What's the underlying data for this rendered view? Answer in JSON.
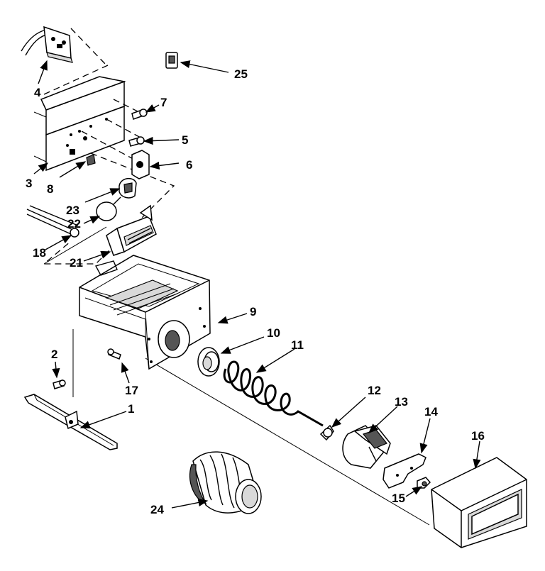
{
  "diagram": {
    "callouts": {
      "c1": "1",
      "c2": "2",
      "c3": "3",
      "c4": "4",
      "c5": "5",
      "c6": "6",
      "c7": "7",
      "c8": "8",
      "c9": "9",
      "c10": "10",
      "c11": "11",
      "c12": "12",
      "c13": "13",
      "c14": "14",
      "c15": "15",
      "c16": "16",
      "c17": "17",
      "c18": "18",
      "c21": "21",
      "c22": "22",
      "c23": "23",
      "c24": "24",
      "c25": "25"
    }
  }
}
